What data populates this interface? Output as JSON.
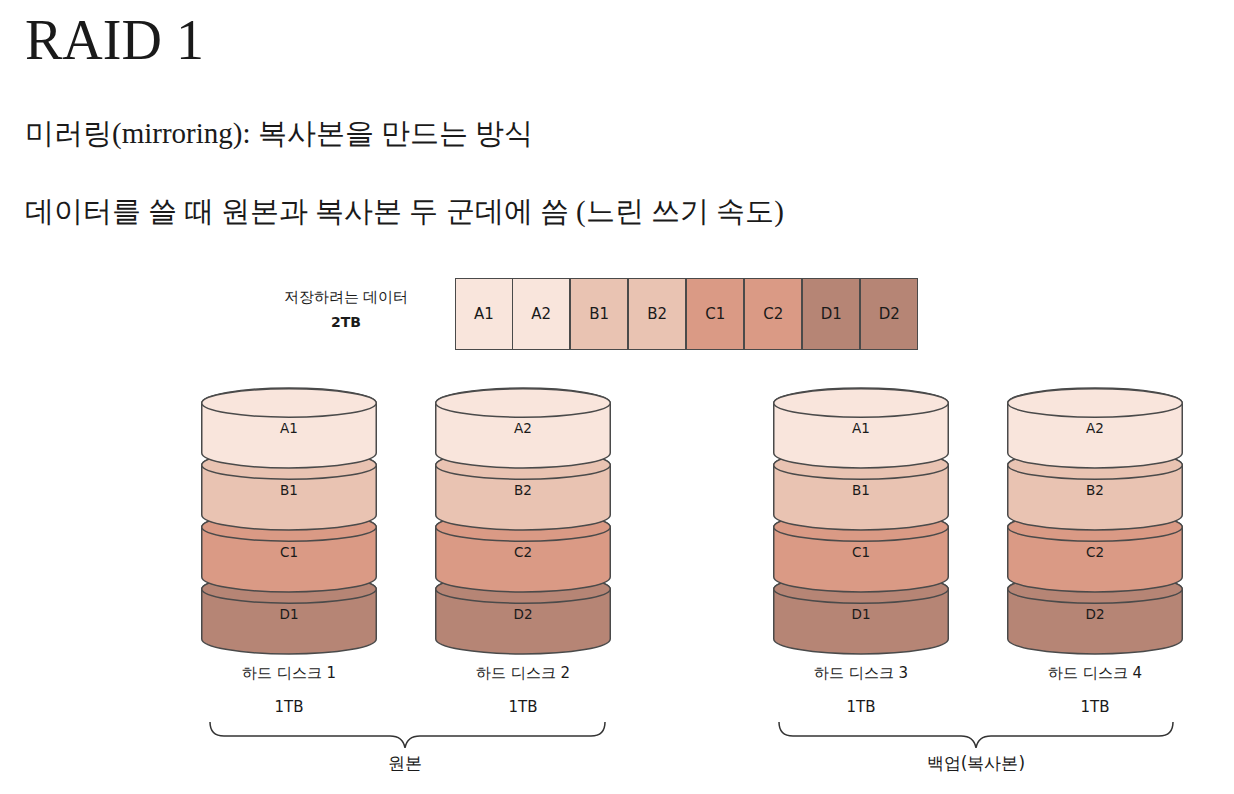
{
  "diagram": {
    "title": "RAID 1",
    "nodes": [
      {
        "text": [
          "저장하려는 데이터",
          "2TB"
        ]
      },
      {
        "text": [
          "A1"
        ],
        "in": 0
      },
      {
        "text": [
          "A2"
        ],
        "in": 0
      },
      {
        "text": [
          "B1"
        ],
        "in": 0
      },
      {
        "text": [
          "B2"
        ],
        "in": 0
      },
      {
        "text": [
          "C1"
        ],
        "in": 0
      },
      {
        "text": [
          "C2"
        ],
        "in": 0
      },
      {
        "text": [
          "D1"
        ],
        "in": 0
      },
      {
        "text": [
          "D2"
        ],
        "in": 0
      },
      {
        "text": [
          "하드 디스크 1",
          "1TB"
        ]
      },
      {
        "text": [
          "A1"
        ],
        "in": 9
      },
      {
        "text": [
          "B1"
        ],
        "in": 9
      },
      {
        "text": [
          "C1"
        ],
        "in": 9
      },
      {
        "text": [
          "D1"
        ],
        "in": 9
      },
      {
        "text": [
          "하드 디스크 2",
          "1TB"
        ]
      },
      {
        "text": [
          "A2"
        ],
        "in": 14
      },
      {
        "text": [
          "B2"
        ],
        "in": 14
      },
      {
        "text": [
          "C2"
        ],
        "in": 14
      },
      {
        "text": [
          "D2"
        ],
        "in": 14
      },
      {
        "text": [
          "하드 디스크 3",
          "1TB"
        ]
      },
      {
        "text": [
          "A1"
        ],
        "in": 19
      },
      {
        "text": [
          "B1"
        ],
        "in": 19
      },
      {
        "text": [
          "C1"
        ],
        "in": 19
      },
      {
        "text": [
          "D1"
        ],
        "in": 19
      },
      {
        "text": [
          "하드 디스크 4",
          "1TB"
        ]
      },
      {
        "text": [
          "A2"
        ],
        "in": 24
      },
      {
        "text": [
          "B2"
        ],
        "in": 24
      },
      {
        "text": [
          "C2"
        ],
        "in": 24
      },
      {
        "text": [
          "D2"
        ],
        "in": 24
      }
    ],
    "labels": [
      "미러링(mirroring): 복사본을 만드는 방식",
      "데이터를 쓸 때 원본과 복사본 두 군데에 씀 (느린 쓰기 속도)",
      "원본",
      "백업(복사본)"
    ]
  }
}
